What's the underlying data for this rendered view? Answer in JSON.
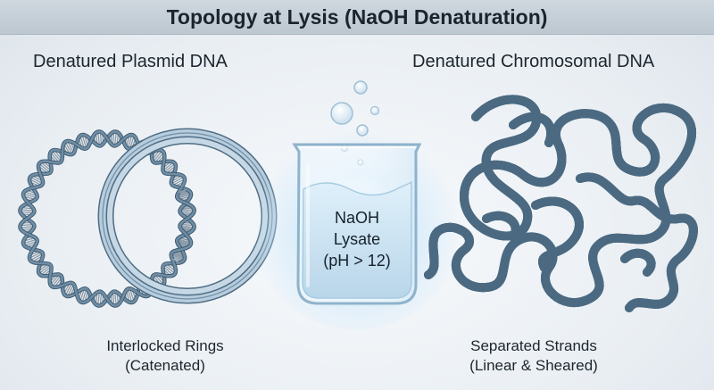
{
  "title": "Topology at Lysis (NaOH Denaturation)",
  "left_panel": {
    "heading": "Denatured Plasmid DNA",
    "caption_line1": "Interlocked Rings",
    "caption_line2": "(Catenated)"
  },
  "center": {
    "label_line1": "NaOH",
    "label_line2": "Lysate",
    "label_line3": "(pH > 12)"
  },
  "right_panel": {
    "heading": "Denatured Chromosomal DNA",
    "caption_line1": "Separated Strands",
    "caption_line2": "(Linear & Sheared)"
  },
  "colors": {
    "dna_backbone": "#6f8ea6",
    "dna_rung": "#8a9aa8",
    "strand_fill": "#a9c4d8",
    "strand_outline": "#4b6a82",
    "liquid": "#c9e1f2",
    "glow": "#b8dcf5"
  }
}
